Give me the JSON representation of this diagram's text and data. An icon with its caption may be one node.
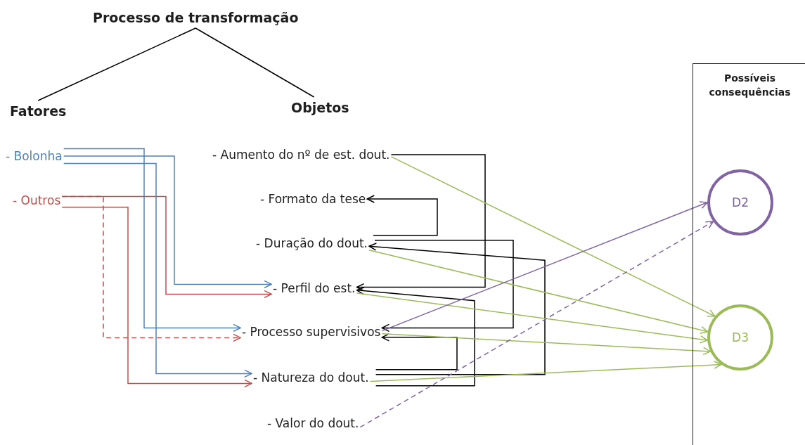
{
  "diagram": {
    "nodes": [
      {
        "text": [
          "Processo de transformação"
        ]
      },
      {
        "text": [
          "Fatores"
        ]
      },
      {
        "text": [
          "Objetos"
        ]
      },
      {
        "text": [
          "- Bolonha"
        ]
      },
      {
        "text": [
          "- Outros"
        ]
      },
      {
        "text": [
          "- Aumento do nº de est. dout."
        ]
      },
      {
        "text": [
          "- Formato da tese"
        ]
      },
      {
        "text": [
          "- Duração do dout."
        ]
      },
      {
        "text": [
          "- Perfil do est."
        ]
      },
      {
        "text": [
          "- Processo supervisivos"
        ]
      },
      {
        "text": [
          "- Natureza do dout."
        ]
      },
      {
        "text": [
          "- Valor do dout."
        ]
      },
      {
        "text": [
          "Possíveis consequências"
        ]
      },
      {
        "text": [
          "D2"
        ],
        "in": 12
      },
      {
        "text": [
          "D3"
        ],
        "in": 12
      }
    ],
    "edges": [
      {
        "from": 0,
        "to": 1,
        "arrow": "none"
      },
      {
        "from": 0,
        "to": 2,
        "arrow": "none"
      },
      {
        "from": 3,
        "to": 8,
        "arrow": "to",
        "color": "#4f81bd"
      },
      {
        "from": 3,
        "to": 9,
        "arrow": "to",
        "color": "#4f81bd"
      },
      {
        "from": 3,
        "to": 10,
        "arrow": "to",
        "color": "#4f81bd"
      },
      {
        "from": 4,
        "to": 8,
        "arrow": "to",
        "color": "#c0504d"
      },
      {
        "from": 4,
        "to": 9,
        "arrow": "to",
        "style": "dashed",
        "color": "#c0504d"
      },
      {
        "from": 4,
        "to": 10,
        "arrow": "to",
        "color": "#c0504d"
      },
      {
        "from": 5,
        "to": 8,
        "arrow": "to"
      },
      {
        "from": 7,
        "to": 6,
        "arrow": "to"
      },
      {
        "from": 7,
        "to": 9,
        "arrow": "to"
      },
      {
        "from": 10,
        "to": 7,
        "arrow": "to"
      },
      {
        "from": 10,
        "to": 8,
        "arrow": "to"
      },
      {
        "from": 10,
        "to": 9,
        "arrow": "to"
      },
      {
        "from": 5,
        "to": 14,
        "arrow": "to",
        "color": "#9bbb59"
      },
      {
        "from": 7,
        "to": 14,
        "arrow": "to",
        "color": "#9bbb59"
      },
      {
        "from": 8,
        "to": 14,
        "arrow": "to",
        "color": "#9bbb59"
      },
      {
        "from": 9,
        "to": 14,
        "arrow": "to",
        "color": "#9bbb59"
      },
      {
        "from": 10,
        "to": 14,
        "arrow": "to",
        "color": "#9bbb59"
      },
      {
        "from": 9,
        "to": 13,
        "arrow": "to",
        "color": "#8064a2"
      },
      {
        "from": 11,
        "to": 13,
        "arrow": "to",
        "style": "dashed",
        "color": "#8064a2"
      }
    ]
  }
}
